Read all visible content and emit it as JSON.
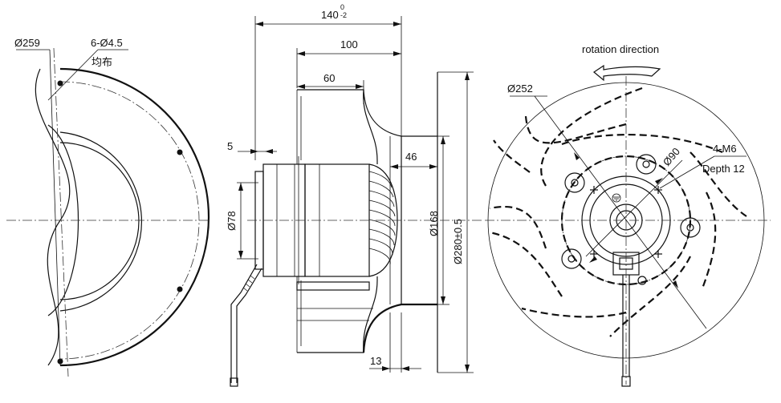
{
  "left_view": {
    "outer_diameter": "Ø259",
    "holes_label": "6-Ø4.5",
    "holes_note": "均布"
  },
  "side_view": {
    "overall_length_base": "140",
    "overall_length_tol_upper": "0",
    "overall_length_tol_lower": "-2",
    "impeller_length": "100",
    "inlet_depth": "60",
    "flange_thickness": "5",
    "hub_offset": "46",
    "wire_offset": "13",
    "motor_diameter": "Ø78",
    "inlet_diameter": "Ø168",
    "impeller_diameter": "Ø280±0.5"
  },
  "right_view": {
    "rotation_label": "rotation direction",
    "bolt_circle": "Ø252",
    "hub_circle": "Ø90",
    "thread_label": "4-M6",
    "thread_depth": "Depth 12"
  },
  "icons": {
    "ground_symbol": "ground-icon",
    "rotation_arrow": "rotation-arrow-icon"
  }
}
